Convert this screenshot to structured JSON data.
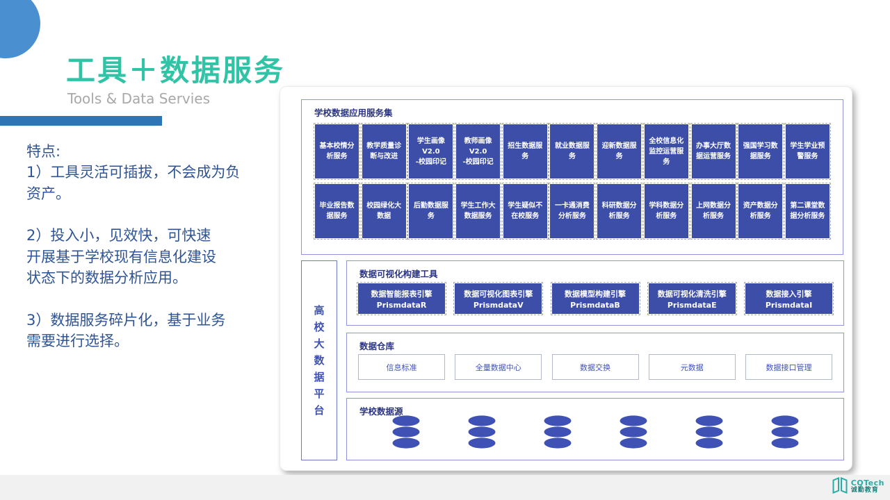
{
  "slide": {
    "title": "工具＋数据服务",
    "subtitle": "Tools & Data Servies",
    "features": {
      "heading": "特点:",
      "items": [
        "1）工具灵活可插拔，不会成为负\n资产。",
        "2）投入小，见效快，可快速\n开展基于学校现有信息化建设\n状态下的数据分析应用。",
        "3）数据服务碎片化，基于业务\n需要进行选择。"
      ]
    }
  },
  "diagram": {
    "services": {
      "title": "学校数据应用服务集",
      "row1": [
        "基本校情分析服务",
        "教学质量诊断与改进",
        "学生画像\nV2.0\n-校园印记",
        "教师画像\nV2.0\n-校园印记",
        "招生数据服务",
        "就业数据服务",
        "迎新数据服务",
        "全校信息化监控运营服务",
        "办事大厅数据运营服务",
        "强国学习数据服务",
        "学生学业预警服务"
      ],
      "row2": [
        "毕业报告数据服务",
        "校园绿化大数据",
        "后勤数据服务",
        "学生工作大数据服务",
        "学生疑似不在校服务",
        "一卡通消费分析服务",
        "科研数据分析服务",
        "学科数据分析服务",
        "上网数据分析服务",
        "资产数据分析服务",
        "第二课堂数据分析服务"
      ]
    },
    "platform_label": "高校大数据平台",
    "tools": {
      "title": "数据可视化构建工具",
      "engines": [
        {
          "name": "数据智能报表引擎",
          "product": "PrismdataR"
        },
        {
          "name": "数据可视化图表引擎",
          "product": "PrismdataV"
        },
        {
          "name": "数据模型构建引擎",
          "product": "PrismdataB"
        },
        {
          "name": "数据可视化清洗引擎",
          "product": "PrismdataE"
        },
        {
          "name": "数据接入引擎",
          "product": "PrismdataI"
        }
      ]
    },
    "warehouse": {
      "title": "数据仓库",
      "items": [
        "信息标准",
        "全量数据中心",
        "数据交换",
        "元数据",
        "数据接口管理"
      ]
    },
    "datasource": {
      "title": "学校数据源",
      "icon": "database-icon",
      "count": 6
    }
  },
  "footer": {
    "logo_name": "CQTech",
    "logo_subtext": "诚勤教育"
  },
  "colors": {
    "title_teal": "#31C3A5",
    "subtitle_gray": "#A8A8A8",
    "bar_blue": "#2E75B6",
    "circle_blue": "#4A90D0",
    "feature_text_blue": "#2F5496",
    "service_box_indigo": "#3C4EA8",
    "section_border": "#8D95DA",
    "section_title_navy": "#2A3482",
    "warehouse_text_blue": "#4053B8",
    "database_icon_indigo": "#3F51B5",
    "logo_teal": "#2AABA4",
    "footer_gray": "#F1F1F2"
  }
}
